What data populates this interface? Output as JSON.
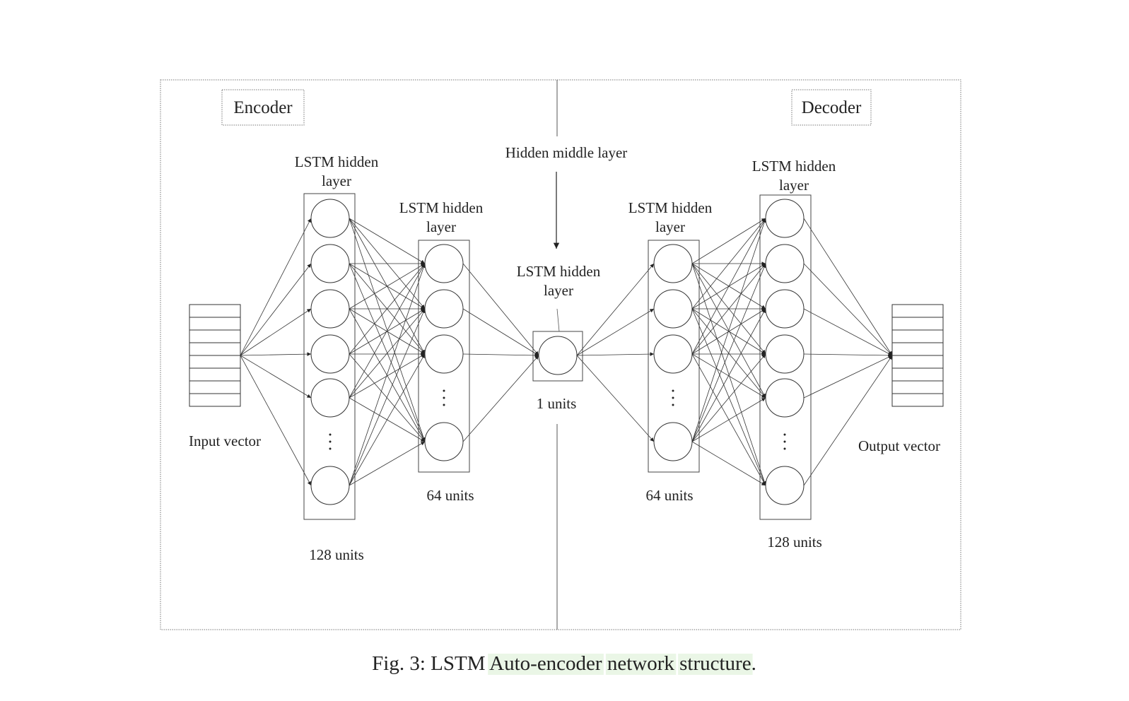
{
  "encoder_label": "Encoder",
  "decoder_label": "Decoder",
  "hidden_middle_label": "Hidden middle layer",
  "input_label": "Input vector",
  "output_label": "Output vector",
  "layers": {
    "enc1": {
      "title_line1": "LSTM hidden",
      "title_line2": "layer",
      "units": "128 units"
    },
    "enc2": {
      "title_line1": "LSTM hidden",
      "title_line2": "layer",
      "units": "64 units"
    },
    "mid": {
      "title_line1": "LSTM hidden",
      "title_line2": "layer",
      "units": "1 units"
    },
    "dec1": {
      "title_line1": "LSTM hidden",
      "title_line2": "layer",
      "units": "64 units"
    },
    "dec2": {
      "title_line1": "LSTM hidden",
      "title_line2": "layer",
      "units": "128 units"
    }
  },
  "caption": {
    "prefix": "Fig. 3: LSTM ",
    "w1": "Auto-encoder",
    "w2": "network",
    "w3": "structure",
    "suffix": "."
  },
  "colors": {
    "stroke": "#333333",
    "highlight": "#eaf6e6"
  }
}
